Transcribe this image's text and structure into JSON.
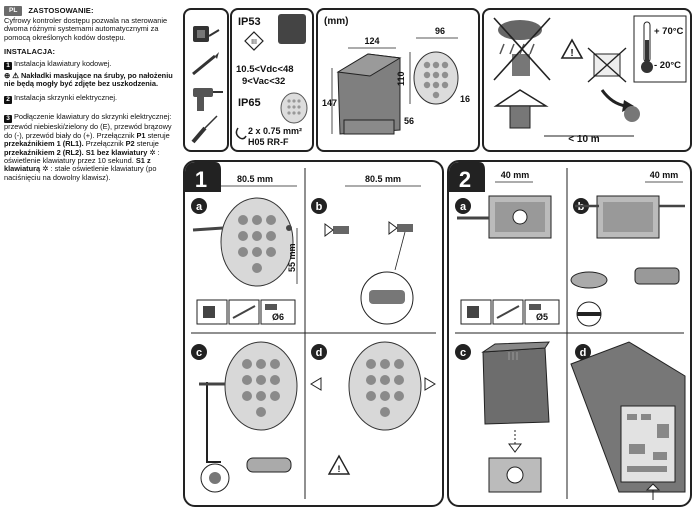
{
  "lang_badge": "PL",
  "sections": {
    "usage_title": "ZASTOSOWANIE:",
    "usage_text": "Cyfrowy kontroler dostępu pozwala na sterowanie dwoma różnymi systemami automatycznymi za pomocą określonych kodów dostępu.",
    "install_title": "INSTALACJA:",
    "step1": "Instalacja klawiatury kodowej.",
    "warning": "Nakładki maskujące na śruby, po nałożeniu nie będą mogły być zdjęte bez uszkodzenia.",
    "step2": "Instalacja skrzynki elektrycznej.",
    "step3_a": "Podłączenie klawiatury do skrzynki elektrycznej: przewód niebieski/zielony do (E), przewód brązowy do (-), przewód biały do (+). Przełącznik ",
    "step3_p1": "P1",
    "step3_b": " steruje ",
    "step3_rl1": "przekaźnikiem 1 (RL1).",
    "step3_c": " Przełącznik ",
    "step3_p2": "P2",
    "step3_d": " steruje ",
    "step3_rl2": "przekaźnikiem 2 (RL2). S1 bez klawiatury",
    "step3_e": " : oświetlenie klawiatury przez 10 sekund. ",
    "step3_s1": "S1 z klawiaturą",
    "step3_f": " : stałe oświetlenie klawiatury (po naciśnięciu na dowolny klawisz)."
  },
  "spec": {
    "ip53": "IP53",
    "class3": "III",
    "voltage1": "10.5<Vdc<48",
    "voltage2": "9<Vac<32",
    "ip65": "IP65",
    "cable1": "2 x 0.75 mm²",
    "cable2": "H05 RR-F"
  },
  "dims": {
    "unit": "(mm)",
    "w124": "124",
    "h147": "147",
    "d56": "56",
    "w96": "96",
    "h110": "110",
    "d16": "16"
  },
  "env": {
    "temp_high": "+ 70°C",
    "temp_low": "- 20°C",
    "distance": "< 10 m"
  },
  "panel1": {
    "number": "1",
    "step_a": "a",
    "step_b": "b",
    "step_c": "c",
    "step_d": "d",
    "dim_w": "80.5 mm",
    "dim_h": "55 mm",
    "dim_b": "80.5 mm",
    "drill": "Ø6"
  },
  "panel2": {
    "number": "2",
    "step_a": "a",
    "step_b": "b",
    "step_c": "c",
    "step_d": "d",
    "dim_a": "40 mm",
    "dim_b": "40 mm",
    "drill": "Ø5"
  },
  "colors": {
    "line": "#222222",
    "gray_fill": "#8c8c8c",
    "light_fill": "#d9d9d9",
    "badge": "#6b6b6b"
  }
}
